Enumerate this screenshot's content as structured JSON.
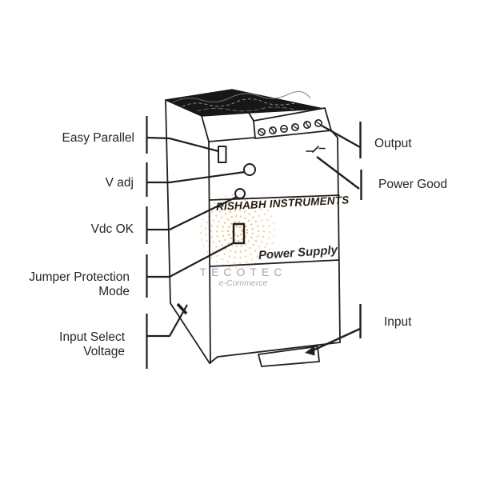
{
  "diagram": {
    "title_hint": "Power supply module callout diagram",
    "device": {
      "brand": "RISHABH INSTRUMENTS",
      "product_type": "Power Supply"
    },
    "callouts": {
      "left": [
        "Easy Parallel",
        "V adj",
        "Vdc OK",
        "Jumper Protection Mode",
        "Input Select Voltage"
      ],
      "right": [
        "Output",
        "Power Good",
        "Input"
      ]
    },
    "watermark": {
      "name": "TECOTEC",
      "tagline": "e-Commerce",
      "spiral_color": "#E9A748",
      "text_color": "#92989D"
    },
    "colors": {
      "line": "#1f1f1f",
      "label_text": "#262626",
      "background": "#ffffff"
    }
  }
}
